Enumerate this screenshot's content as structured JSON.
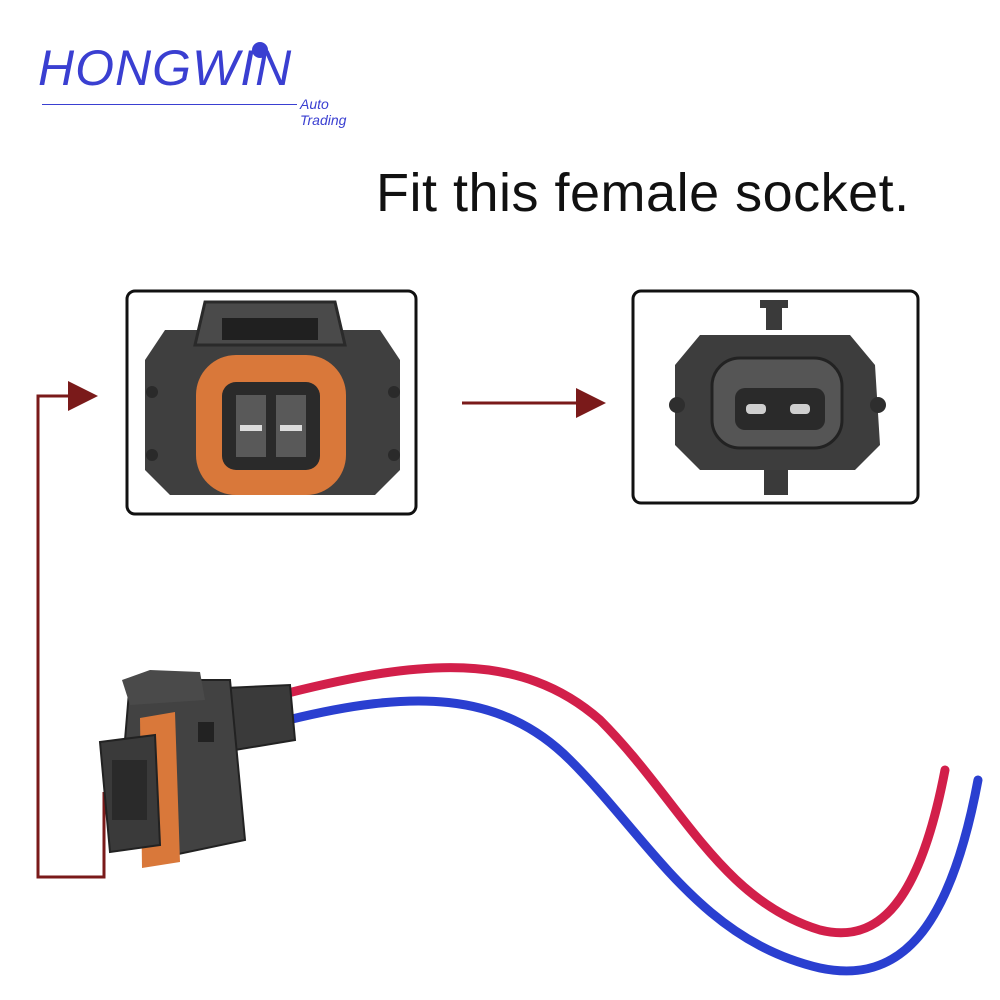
{
  "logo": {
    "brand": "HONGWIN",
    "tagline": "Auto Trading"
  },
  "headline": "Fit this female socket.",
  "colors": {
    "brand_blue": "#3a3fd1",
    "arrow": "#7a1a1a",
    "wire_red": "#d21f4a",
    "wire_blue": "#2a3fd0",
    "connector_orange": "#d9783a",
    "connector_body": "#3a3a3a"
  }
}
